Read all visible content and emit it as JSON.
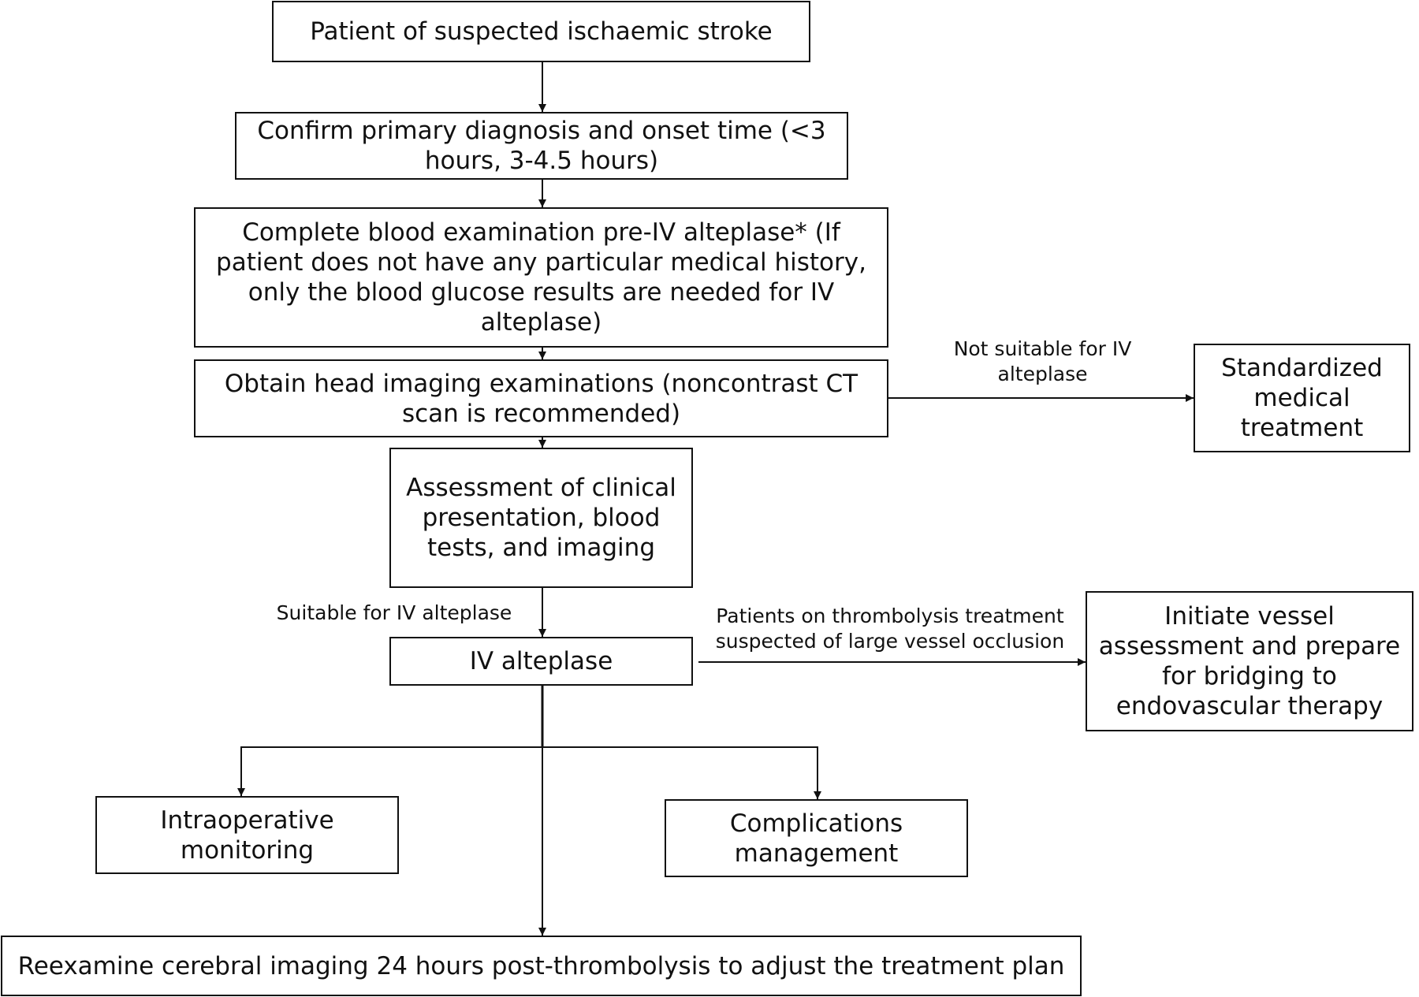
{
  "nodes": {
    "suspected": "Patient of suspected ischaemic stroke",
    "confirm": "Confirm primary diagnosis and onset time (<3 hours, 3-4.5 hours)",
    "blood": "Complete blood examination pre-IV alteplase* (If patient does not have any particular medical history, only the blood glucose results are needed for IV alteplase)",
    "imaging": "Obtain head imaging examinations (noncontrast CT scan is recommended)",
    "standardized": "Standardized medical treatment",
    "assessment": "Assessment  of clinical presentation, blood tests, and imaging",
    "iv": "IV alteplase",
    "vessel": "Initiate vessel assessment and prepare for bridging to endovascular therapy",
    "intraop": "Intraoperative monitoring",
    "complications": "Complications management",
    "reexamine": "Reexamine cerebral imaging 24 hours post-thrombolysis to adjust the treatment plan"
  },
  "edge_labels": {
    "not_suitable": "Not suitable for IV alteplase",
    "suitable": "Suitable for IV alteplase",
    "lvo": "Patients on thrombolysis treatment suspected of large vessel occlusion"
  }
}
